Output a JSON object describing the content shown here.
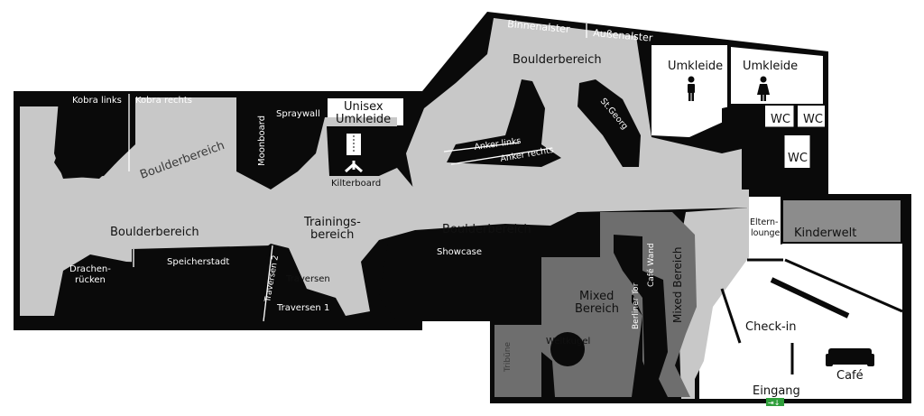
{
  "colors": {
    "wall": "#0a0a0a",
    "floor": "#c8c8c8",
    "mixed": "#6e6e6e",
    "kinderwelt": "#8c8c8c",
    "white_room": "#ffffff",
    "exit_sign": "#2e9e3a"
  },
  "labels": {
    "binnenalster": "Binnenalster",
    "aussenalster": "Außenalster",
    "boulder_top": "Boulderbereich",
    "umkleide_m": "Umkleide",
    "umkleide_f": "Umkleide",
    "wc_1": "WC",
    "wc_2": "WC",
    "wc_3": "WC",
    "kobra_links": "Kobra links",
    "kobra_rechts": "Kobra rechts",
    "spraywall": "Spraywall",
    "unisex_1": "Unisex",
    "unisex_2": "Umkleide",
    "moonboard": "Moonboard",
    "kilterboard": "Kilterboard",
    "anker_links": "Anker links",
    "anker_rechts": "Anker rechts",
    "st_georg": "St.Georg",
    "boulder_left": "Boulderbereich",
    "trainings_1": "Trainings-",
    "trainings_2": "bereich",
    "boulder_mid_left": "Boulderbereich",
    "boulder_mid_right": "Boulderbereich",
    "showcase": "Showcase",
    "speicherstadt": "Speicherstadt",
    "drachen_1": "Drachen-",
    "drachen_2": "rücken",
    "traversen_2": "Traversen 2",
    "traversen": "Traversen",
    "traversen_1": "Traversen 1",
    "mixed_1": "Mixed",
    "mixed_2": "Bereich",
    "weltkugel": "Weltkugel",
    "tribune": "Tribüne",
    "berliner_tor": "Berliner Tor",
    "cafe_wand": "Café Wand",
    "mixed_bereich_v": "Mixed Bereich",
    "eltern_1": "Eltern-",
    "eltern_2": "lounge",
    "kinderwelt": "Kinderwelt",
    "checkin": "Check-in",
    "cafe": "Café",
    "eingang": "Eingang"
  },
  "icons": [
    "male-icon",
    "female-icon",
    "sofa-icon",
    "exit-sign-icon",
    "kilterboard-icon"
  ]
}
